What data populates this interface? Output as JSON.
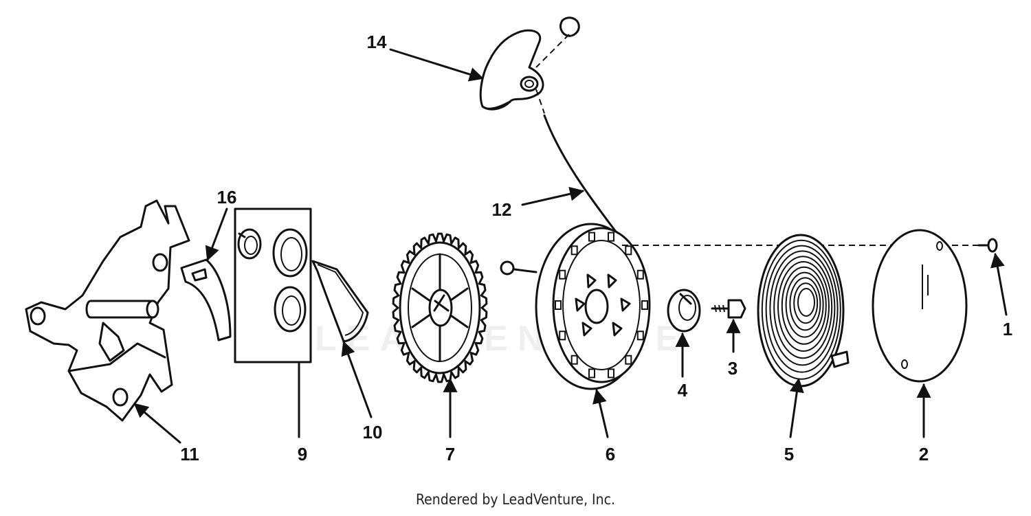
{
  "watermark": {
    "text": "LEADVENTURE"
  },
  "parts": [
    {
      "id": "p14",
      "label": "14",
      "name": "starter-handle"
    },
    {
      "id": "p16",
      "label": "16",
      "name": "brake-spring"
    },
    {
      "id": "p12",
      "label": "12",
      "name": "starter-rope"
    },
    {
      "id": "p11",
      "label": "11",
      "name": "control-bracket"
    },
    {
      "id": "p9",
      "label": "9",
      "name": "seal-kit-card"
    },
    {
      "id": "p10",
      "label": "10",
      "name": "brake-spring-wire"
    },
    {
      "id": "p7",
      "label": "7",
      "name": "ratchet-gear"
    },
    {
      "id": "p6",
      "label": "6",
      "name": "rope-pulley"
    },
    {
      "id": "p4",
      "label": "4",
      "name": "retainer-cup"
    },
    {
      "id": "p3",
      "label": "3",
      "name": "screw"
    },
    {
      "id": "p5",
      "label": "5",
      "name": "rewind-spring"
    },
    {
      "id": "p2",
      "label": "2",
      "name": "cover-plate"
    },
    {
      "id": "p1",
      "label": "1",
      "name": "rivet"
    }
  ],
  "footer": {
    "credit": "Rendered by LeadVenture, Inc."
  }
}
